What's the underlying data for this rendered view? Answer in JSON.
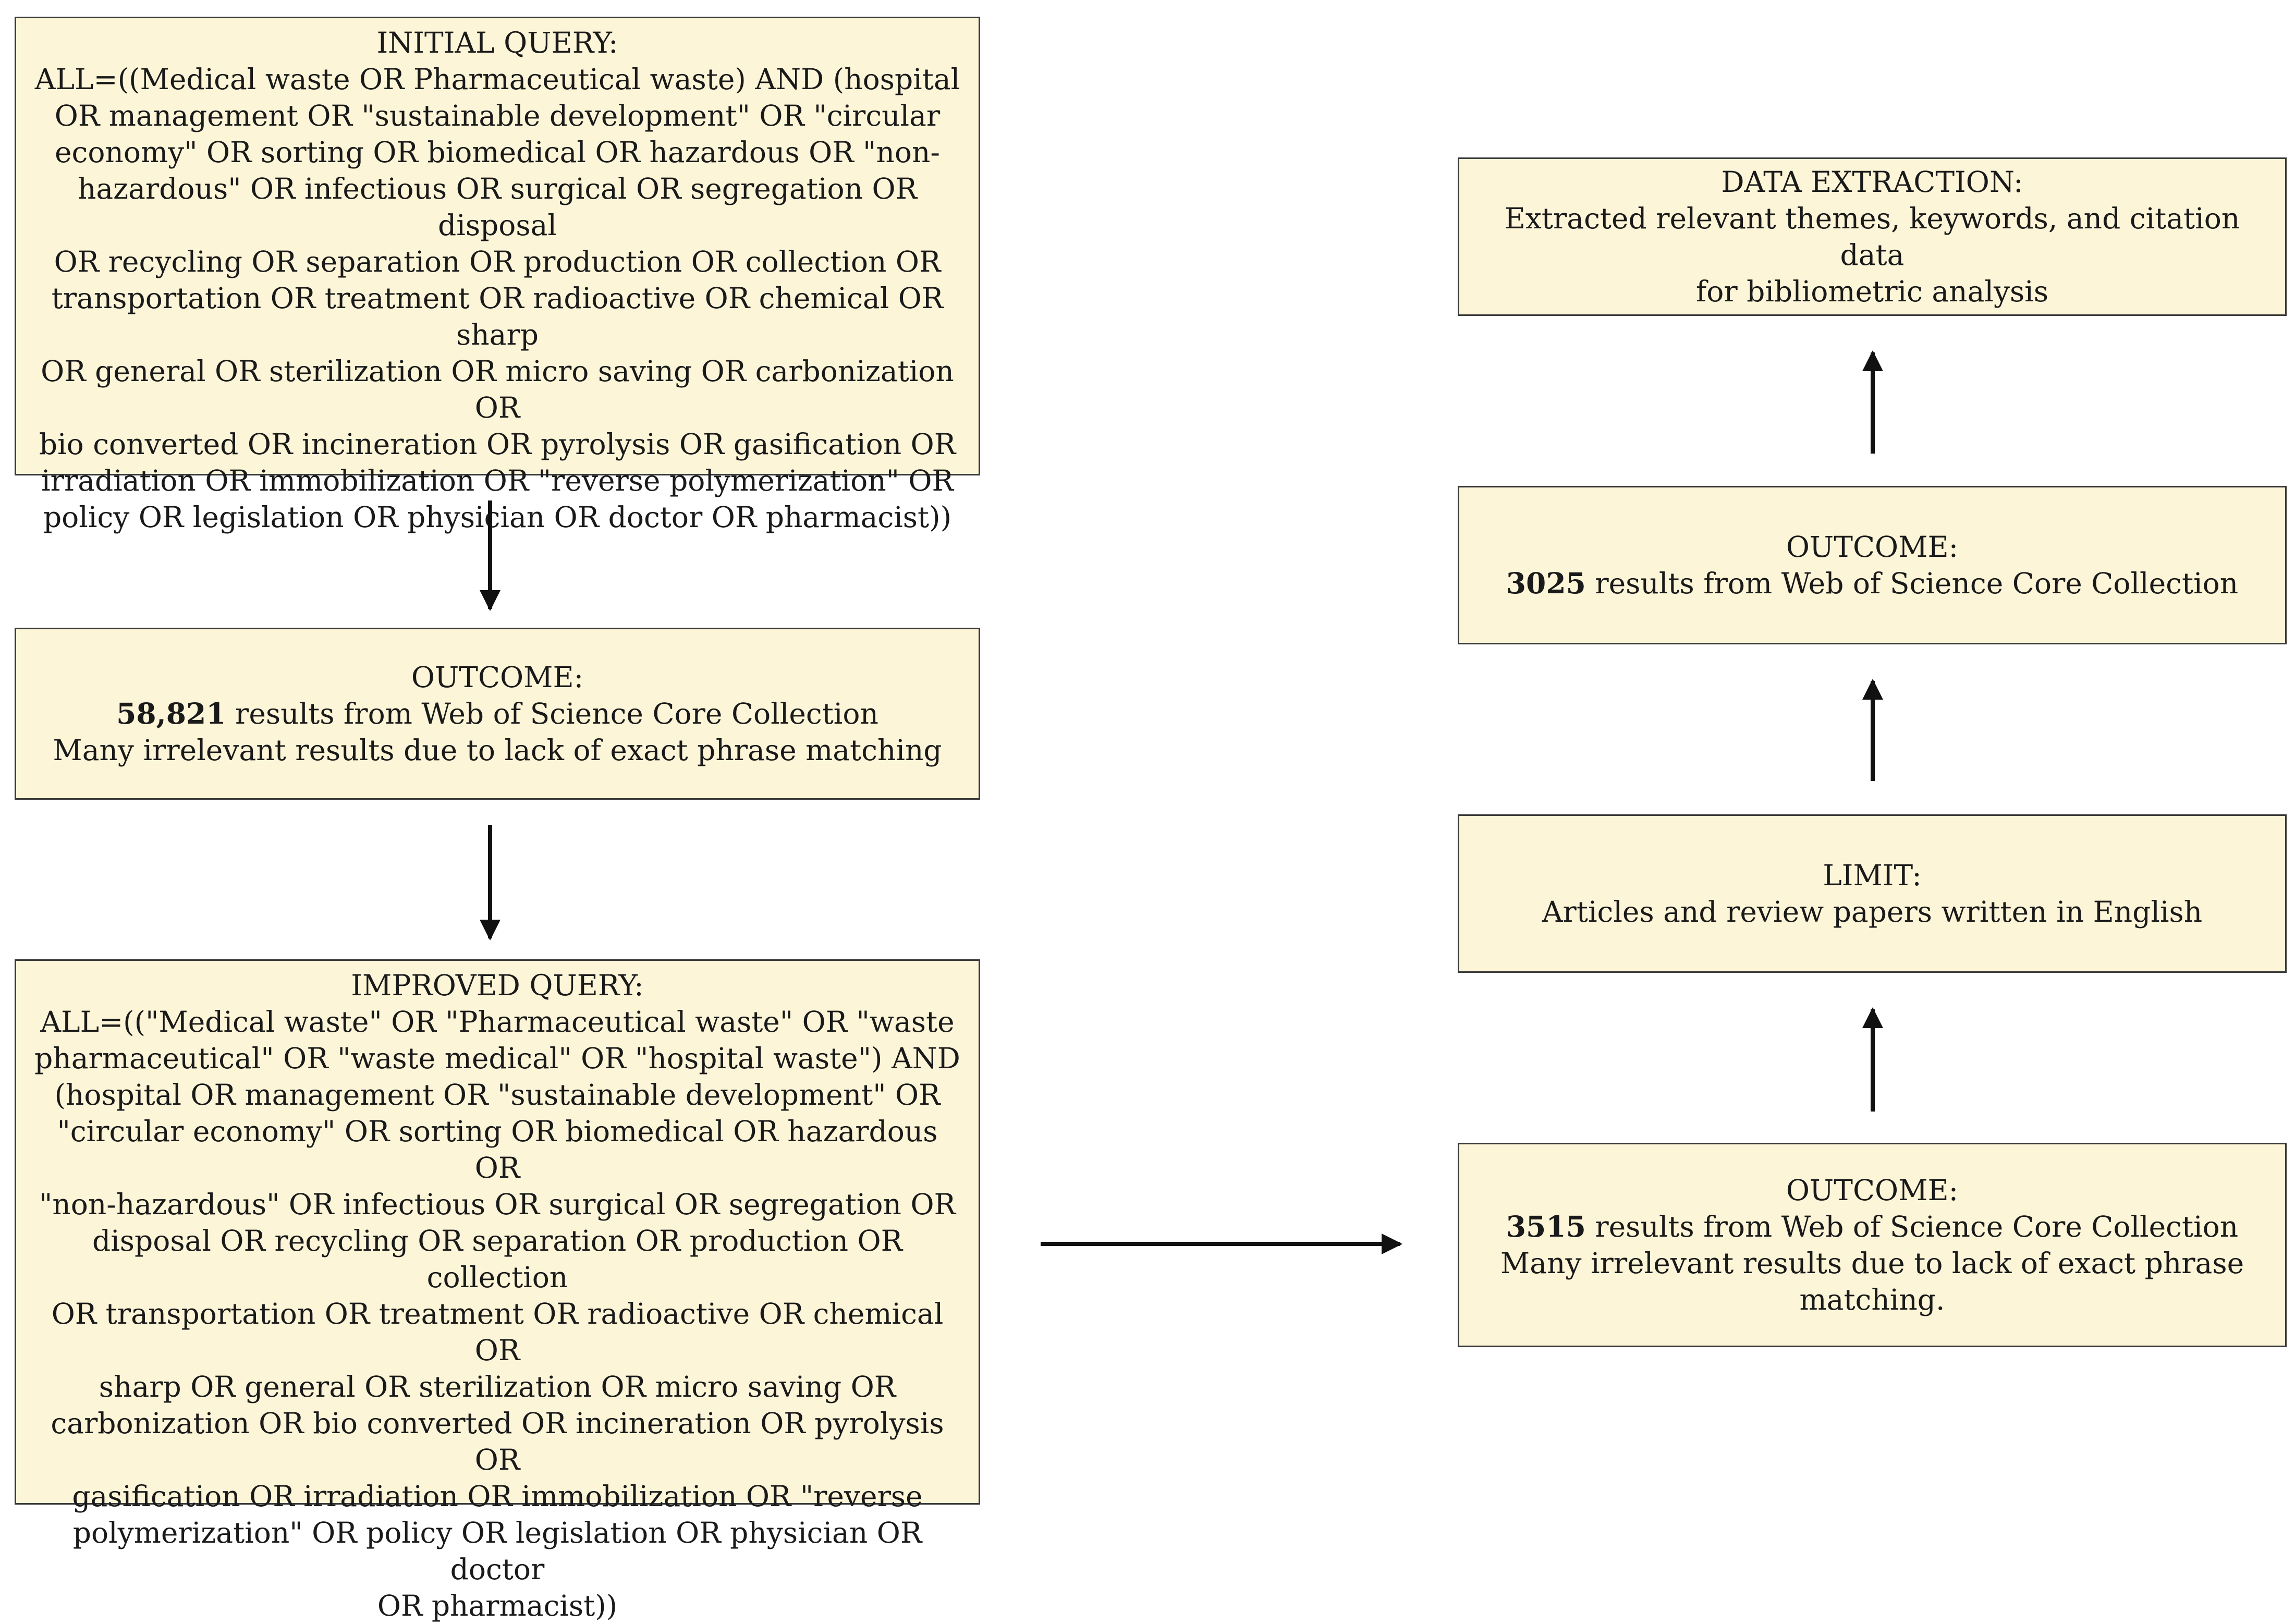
{
  "initial_query": {
    "title": "INITIAL QUERY:",
    "lines": [
      "ALL=((Medical waste OR Pharmaceutical waste) AND  (hospital",
      "OR management OR \"sustainable development\" OR \"circular",
      "economy\" OR sorting OR biomedical OR hazardous OR \"non-",
      "hazardous\" OR infectious OR surgical OR segregation OR disposal",
      "OR recycling OR separation OR production OR collection OR",
      "transportation OR treatment OR radioactive OR chemical OR sharp",
      "OR general OR sterilization OR micro saving OR carbonization OR",
      "bio converted OR incineration OR pyrolysis OR gasification OR",
      "irradiation OR immobilization OR \"reverse polymerization\" OR",
      "policy OR legislation OR physician OR doctor OR pharmacist))"
    ]
  },
  "outcome_1": {
    "title": "OUTCOME:",
    "count": "58,821",
    "count_suffix": " results from Web of Science Core Collection",
    "note": "Many irrelevant results due to lack of exact phrase matching"
  },
  "improved_query": {
    "title": "IMPROVED QUERY:",
    "lines": [
      "ALL=((\"Medical waste\" OR \"Pharmaceutical waste\" OR \"waste",
      "pharmaceutical\" OR \"waste medical\" OR \"hospital waste\") AND",
      "(hospital OR management OR \"sustainable development\" OR",
      "\"circular economy\" OR sorting OR biomedical OR hazardous OR",
      "\"non-hazardous\" OR infectious OR surgical OR segregation OR",
      "disposal OR recycling OR separation OR production OR collection",
      "OR transportation OR treatment OR radioactive OR chemical OR",
      "sharp OR general OR sterilization OR micro saving OR",
      "carbonization OR bio converted OR incineration OR pyrolysis OR",
      "gasification OR irradiation OR immobilization OR \"reverse",
      "polymerization\" OR policy OR legislation OR physician OR doctor",
      "OR pharmacist))"
    ]
  },
  "outcome_2": {
    "title": "OUTCOME:",
    "count": "3515",
    "count_suffix": " results from Web of Science Core Collection",
    "note_lines": [
      "Many irrelevant results due to lack of exact phrase",
      "matching."
    ]
  },
  "limit": {
    "title": "LIMIT:",
    "text": "Articles and review papers written in English"
  },
  "outcome_3": {
    "title": "OUTCOME:",
    "count": "3025",
    "count_suffix": " results from Web of Science Core Collection"
  },
  "data_extraction": {
    "title": "DATA EXTRACTION:",
    "lines": [
      "Extracted relevant themes, keywords, and citation data",
      "for bibliometric analysis"
    ]
  },
  "colors": {
    "box_fill": "#fdf5d8",
    "box_border": "#3a3a3a",
    "arrow": "#111111"
  }
}
